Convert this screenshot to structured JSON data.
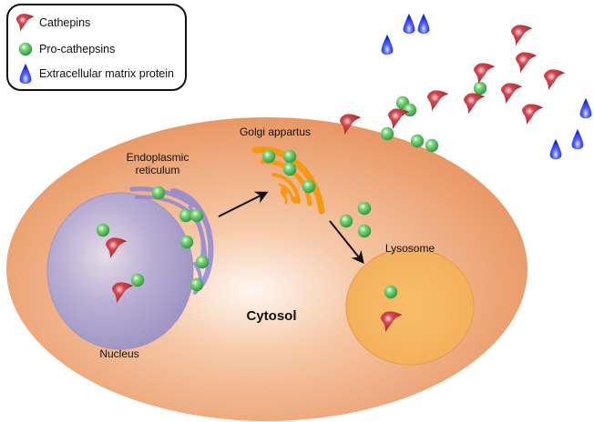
{
  "legend": {
    "items": [
      {
        "icon": "cathepsin-icon",
        "label": "Cathepins"
      },
      {
        "icon": "pro-cathepsin-icon",
        "label": "Pro-cathepsins"
      },
      {
        "icon": "extracellular-matrix-protein-icon",
        "label": "Extracellular matrix protein"
      }
    ]
  },
  "labels": {
    "er_line1": "Endoplasmic",
    "er_line2": "reticulum",
    "golgi": "Golgi appartus",
    "nucleus": "Nucleus",
    "cytosol": "Cytosol",
    "lysosome": "Lysosome"
  },
  "colors": {
    "cathepsin": "#b8232b",
    "pro_cathepsin": "#3fb04a",
    "matrix_protein": "#1a2bff",
    "cell": "#eb9a68",
    "nucleus": "#a79cc6",
    "lysosome": "#f5b160",
    "golgi": "#f59a10"
  }
}
